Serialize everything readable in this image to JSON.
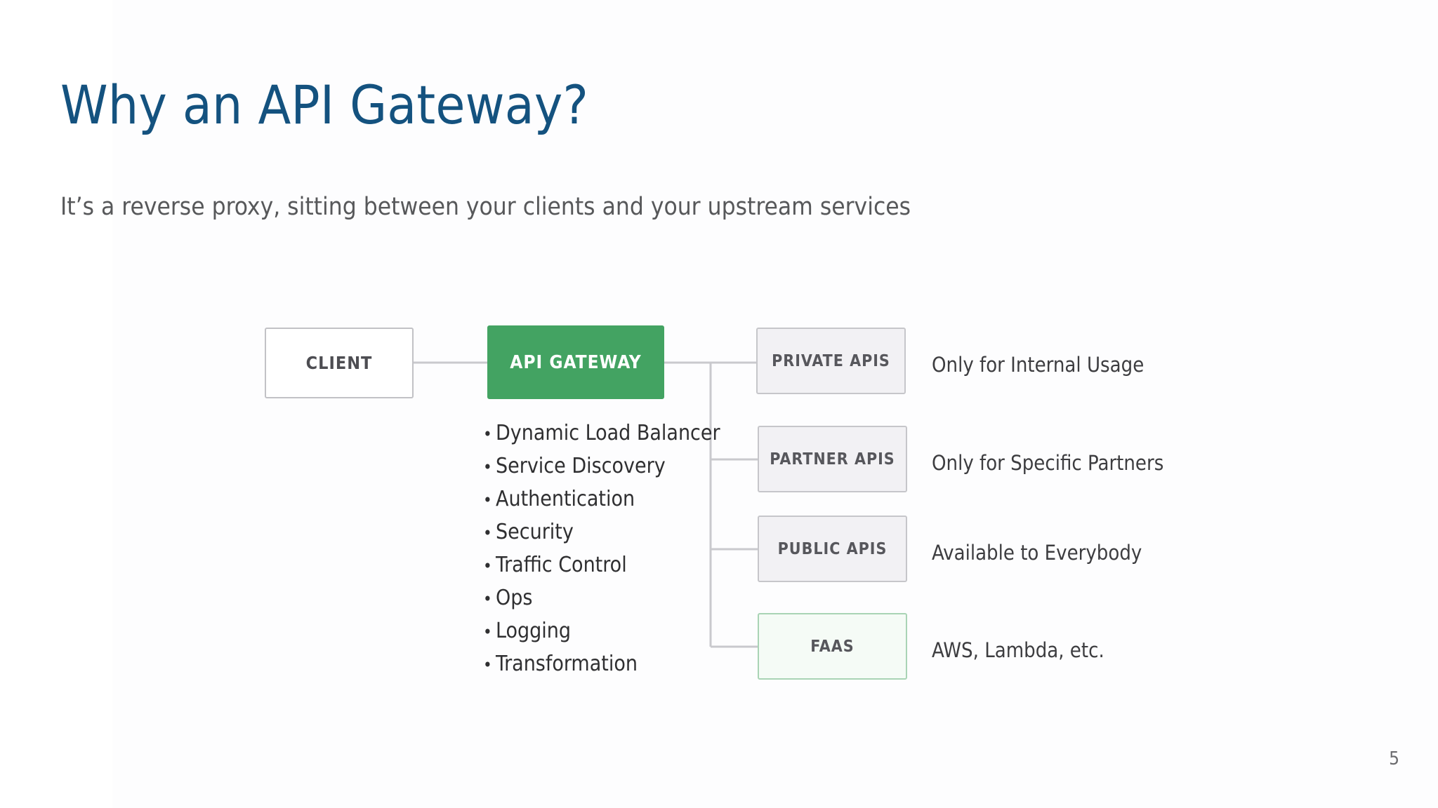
{
  "slide": {
    "title": "Why an API Gateway?",
    "subtitle": "It’s a reverse proxy, sitting between your clients and your upstream services",
    "page_number": "5"
  },
  "colors": {
    "title_blue": "#14527f",
    "subtitle_gray": "#57585a",
    "gateway_green": "#43a362",
    "box_gray_fill": "#f2f1f4",
    "box_gray_border": "#c6c6ca",
    "faas_border_green": "#a9d4b5",
    "faas_fill": "#f5fbf6",
    "connector_gray": "#c9c9cd",
    "body_text": "#2f2f31"
  },
  "diagram": {
    "client": {
      "label": "CLIENT"
    },
    "gateway": {
      "label": "API GATEWAY"
    },
    "features": [
      "Dynamic Load Balancer",
      "Service Discovery",
      "Authentication",
      "Security",
      "Traffic Control",
      "Ops",
      "Logging",
      "Transformation"
    ],
    "bullet_glyph": "•",
    "upstreams": [
      {
        "label": "PRIVATE APIS",
        "description": "Only for Internal Usage",
        "variant": "gray"
      },
      {
        "label": "PARTNER APIS",
        "description": "Only for Specific Partners",
        "variant": "gray"
      },
      {
        "label": "PUBLIC APIS",
        "description": "Available to Everybody",
        "variant": "gray"
      },
      {
        "label": "FAAS",
        "description": "AWS, Lambda, etc.",
        "variant": "green"
      }
    ]
  }
}
